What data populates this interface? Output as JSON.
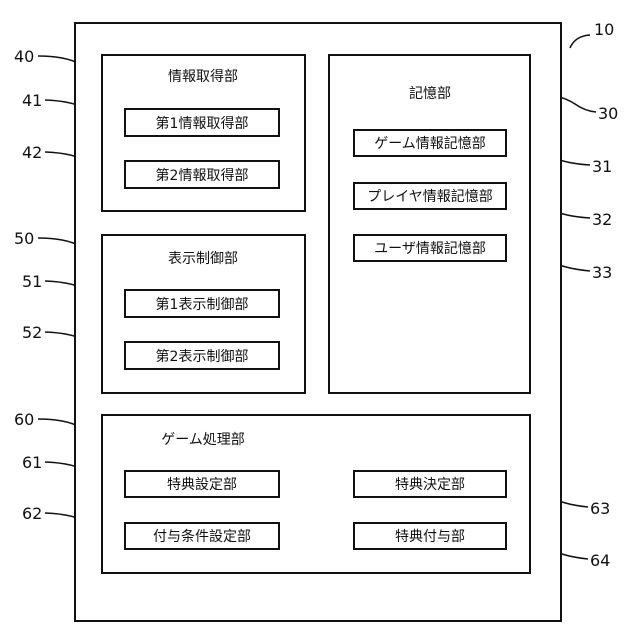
{
  "refs": {
    "r10": "10",
    "r30": "30",
    "r31": "31",
    "r32": "32",
    "r33": "33",
    "r40": "40",
    "r41": "41",
    "r42": "42",
    "r50": "50",
    "r51": "51",
    "r52": "52",
    "r60": "60",
    "r61": "61",
    "r62": "62",
    "r63": "63",
    "r64": "64"
  },
  "info_acq": {
    "title": "情報取得部",
    "sub1": "第1情報取得部",
    "sub2": "第2情報取得部"
  },
  "display": {
    "title": "表示制御部",
    "sub1": "第1表示制御部",
    "sub2": "第2表示制御部"
  },
  "storage": {
    "title": "記憶部",
    "sub1": "ゲーム情報記憶部",
    "sub2": "プレイヤ情報記憶部",
    "sub3": "ユーザ情報記憶部"
  },
  "game": {
    "title": "ゲーム処理部",
    "sub1": "特典設定部",
    "sub2": "付与条件設定部",
    "sub3": "特典決定部",
    "sub4": "特典付与部"
  }
}
